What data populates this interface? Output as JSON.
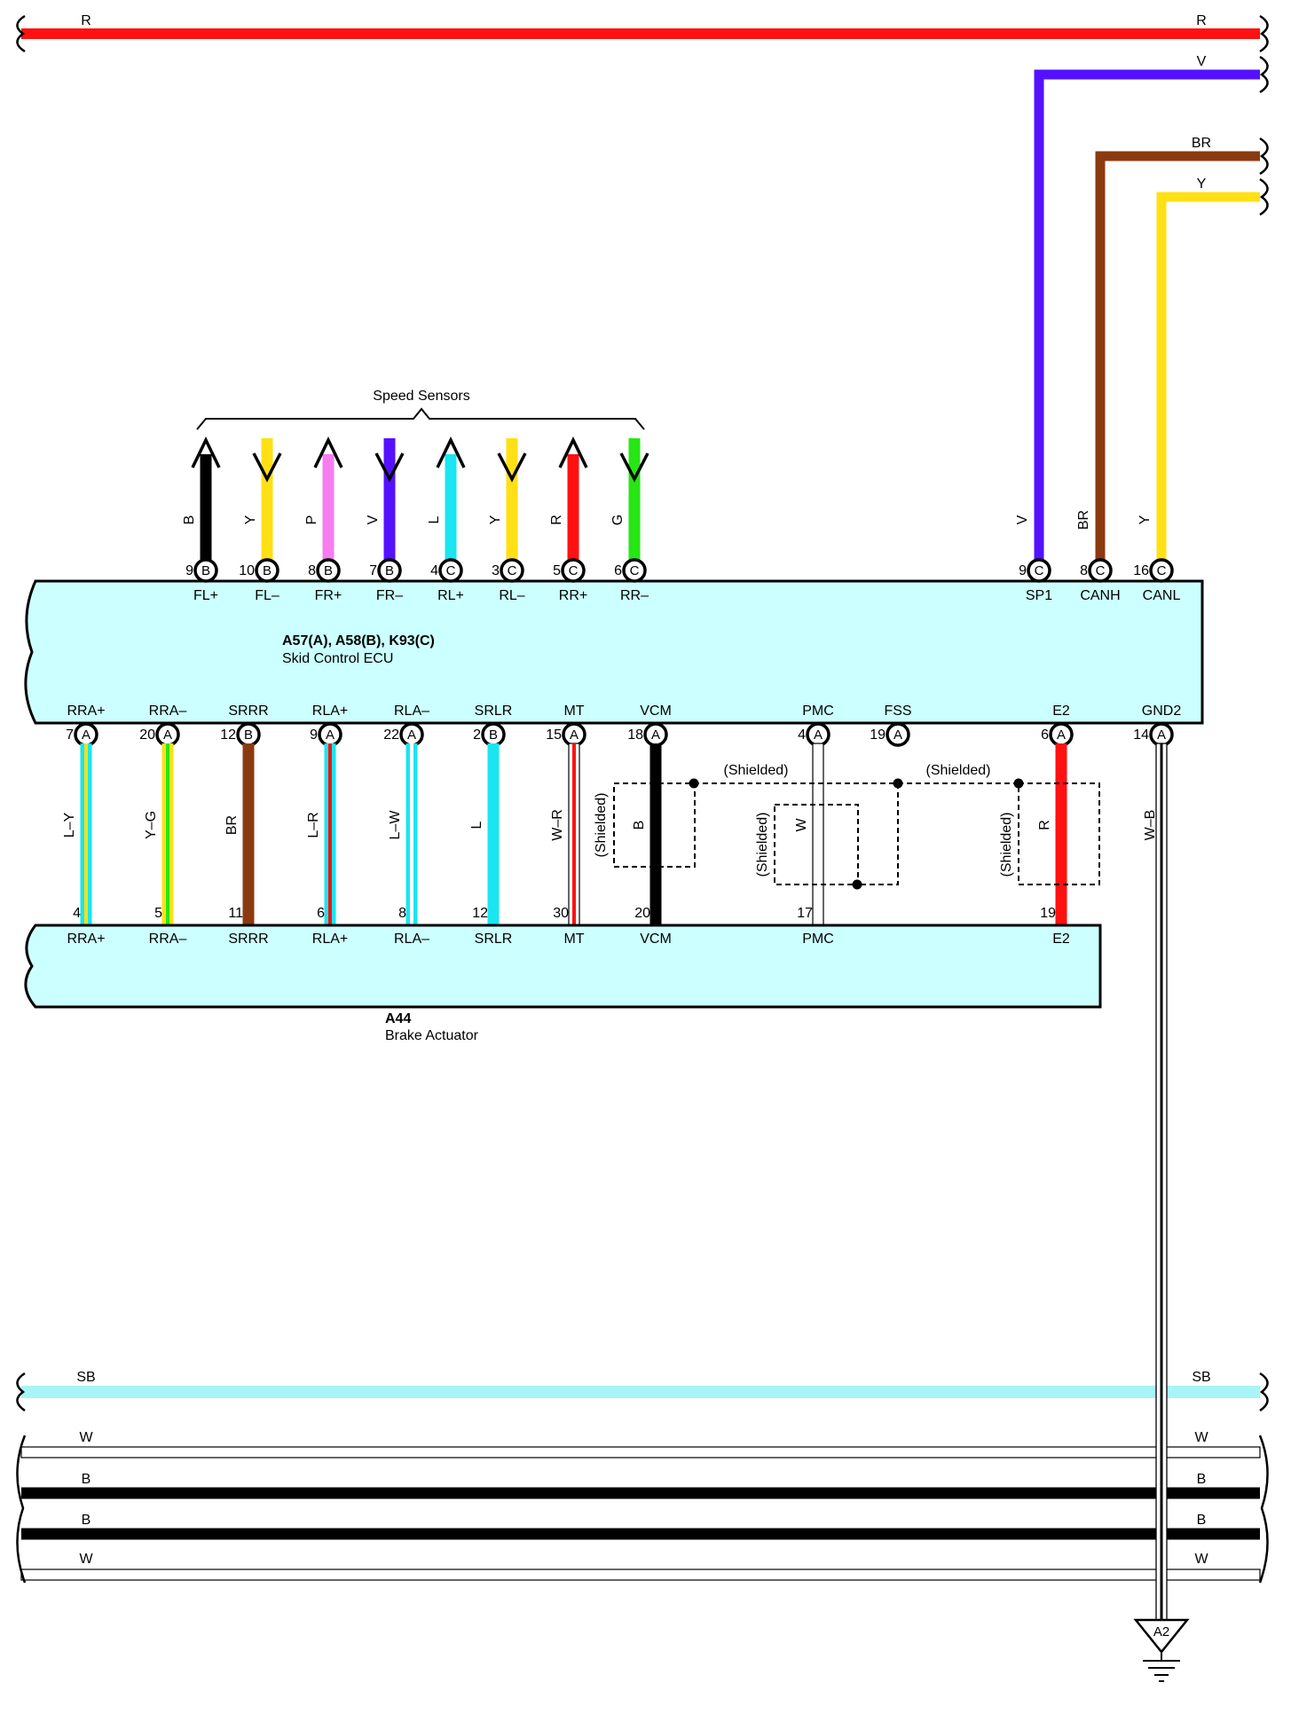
{
  "wire_colors": {
    "R": "#ff1111",
    "V": "#5511ff",
    "BR": "#8b3a10",
    "Y": "#ffe014",
    "B": "#000000",
    "P": "#f77cf0",
    "L": "#19e6f0",
    "G": "#27e614",
    "SB": "#a8f5f7",
    "W": "#ffffff",
    "box_fill": "#ccffff"
  },
  "top_buses": [
    {
      "label": "R",
      "color": "R"
    },
    {
      "label": "V",
      "color": "V"
    },
    {
      "label": "BR",
      "color": "BR"
    },
    {
      "label": "Y",
      "color": "Y"
    }
  ],
  "speed_sensors": {
    "title": "Speed Sensors",
    "wires": [
      {
        "color_label": "B",
        "color": "B",
        "pin": "9",
        "conn": "B",
        "func": "FL+",
        "dir": "up"
      },
      {
        "color_label": "Y",
        "color": "Y",
        "pin": "10",
        "conn": "B",
        "func": "FL–",
        "dir": "down"
      },
      {
        "color_label": "P",
        "color": "P",
        "pin": "8",
        "conn": "B",
        "func": "FR+",
        "dir": "up"
      },
      {
        "color_label": "V",
        "color": "V",
        "pin": "7",
        "conn": "B",
        "func": "FR–",
        "dir": "down"
      },
      {
        "color_label": "L",
        "color": "L",
        "pin": "4",
        "conn": "C",
        "func": "RL+",
        "dir": "up"
      },
      {
        "color_label": "Y",
        "color": "Y",
        "pin": "3",
        "conn": "C",
        "func": "RL–",
        "dir": "down"
      },
      {
        "color_label": "R",
        "color": "R",
        "pin": "5",
        "conn": "C",
        "func": "RR+",
        "dir": "up"
      },
      {
        "color_label": "G",
        "color": "G",
        "pin": "6",
        "conn": "C",
        "func": "RR–",
        "dir": "down"
      }
    ]
  },
  "can_wires": [
    {
      "color_label": "V",
      "color": "V",
      "pin": "9",
      "conn": "C",
      "func": "SP1"
    },
    {
      "color_label": "BR",
      "color": "BR",
      "pin": "8",
      "conn": "C",
      "func": "CANH"
    },
    {
      "color_label": "Y",
      "color": "Y",
      "pin": "16",
      "conn": "C",
      "func": "CANL"
    }
  ],
  "ecu": {
    "code": "A57(A), A58(B), K93(C)",
    "name": "Skid Control ECU"
  },
  "actuator": {
    "code": "A44",
    "name": "Brake Actuator"
  },
  "ecu_bottom_pins": [
    {
      "func": "RRA+",
      "pin": "7",
      "conn": "A"
    },
    {
      "func": "RRA–",
      "pin": "20",
      "conn": "A"
    },
    {
      "func": "SRRR",
      "pin": "12",
      "conn": "B"
    },
    {
      "func": "RLA+",
      "pin": "9",
      "conn": "A"
    },
    {
      "func": "RLA–",
      "pin": "22",
      "conn": "A"
    },
    {
      "func": "SRLR",
      "pin": "2",
      "conn": "B"
    },
    {
      "func": "MT",
      "pin": "15",
      "conn": "A"
    },
    {
      "func": "VCM",
      "pin": "18",
      "conn": "A"
    },
    {
      "func": "PMC",
      "pin": "4",
      "conn": "A"
    },
    {
      "func": "FSS",
      "pin": "19",
      "conn": "A"
    },
    {
      "func": "E2",
      "pin": "6",
      "conn": "A"
    },
    {
      "func": "GND2",
      "pin": "14",
      "conn": "A"
    }
  ],
  "actuator_wires": [
    {
      "color_label": "L–Y",
      "main": "L",
      "stripe": "Y",
      "act_pin": "4",
      "func": "RRA+"
    },
    {
      "color_label": "Y–G",
      "main": "Y",
      "stripe": "G",
      "act_pin": "5",
      "func": "RRA–"
    },
    {
      "color_label": "BR",
      "main": "BR",
      "stripe": "",
      "act_pin": "11",
      "func": "SRRR"
    },
    {
      "color_label": "L–R",
      "main": "L",
      "stripe": "R",
      "act_pin": "6",
      "func": "RLA+"
    },
    {
      "color_label": "L–W",
      "main": "L",
      "stripe": "W",
      "act_pin": "8",
      "func": "RLA–"
    },
    {
      "color_label": "L",
      "main": "L",
      "stripe": "",
      "act_pin": "12",
      "func": "SRLR"
    },
    {
      "color_label": "W–R",
      "main": "W",
      "stripe": "R",
      "act_pin": "30",
      "func": "MT"
    },
    {
      "color_label": "B",
      "main": "B",
      "stripe": "",
      "act_pin": "20",
      "func": "VCM"
    },
    {
      "color_label": "W",
      "main": "W",
      "stripe": "",
      "act_pin": "17",
      "func": "PMC"
    },
    {
      "color_label": "R",
      "main": "R",
      "stripe": "",
      "act_pin": "19",
      "func": "E2"
    }
  ],
  "shield": {
    "label": "(Shielded)",
    "vertical_label": "(Shielded)"
  },
  "gnd_wire": {
    "color_label": "W–B",
    "ground_ref": "A2"
  },
  "bottom_buses": [
    {
      "label": "SB",
      "color": "SB"
    },
    {
      "label": "W",
      "color": "W"
    },
    {
      "label": "B",
      "color": "B"
    },
    {
      "label": "B",
      "color": "B"
    },
    {
      "label": "W",
      "color": "W"
    }
  ]
}
